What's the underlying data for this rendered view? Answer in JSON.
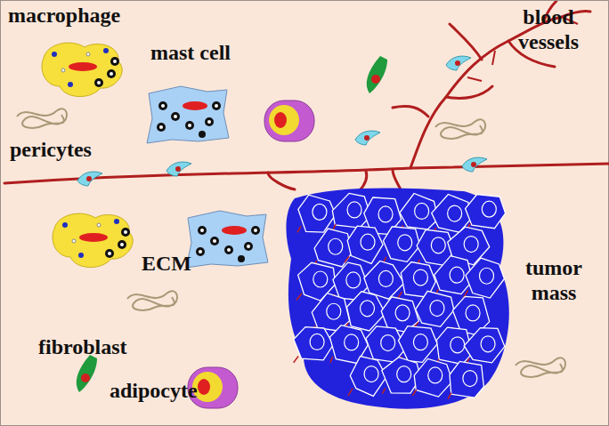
{
  "diagram": {
    "labels": [
      "macrophage",
      "mast cell",
      "blood vessels",
      "pericytes",
      "ECM",
      "tumor mass",
      "fibroblast",
      "adipocyte"
    ]
  }
}
